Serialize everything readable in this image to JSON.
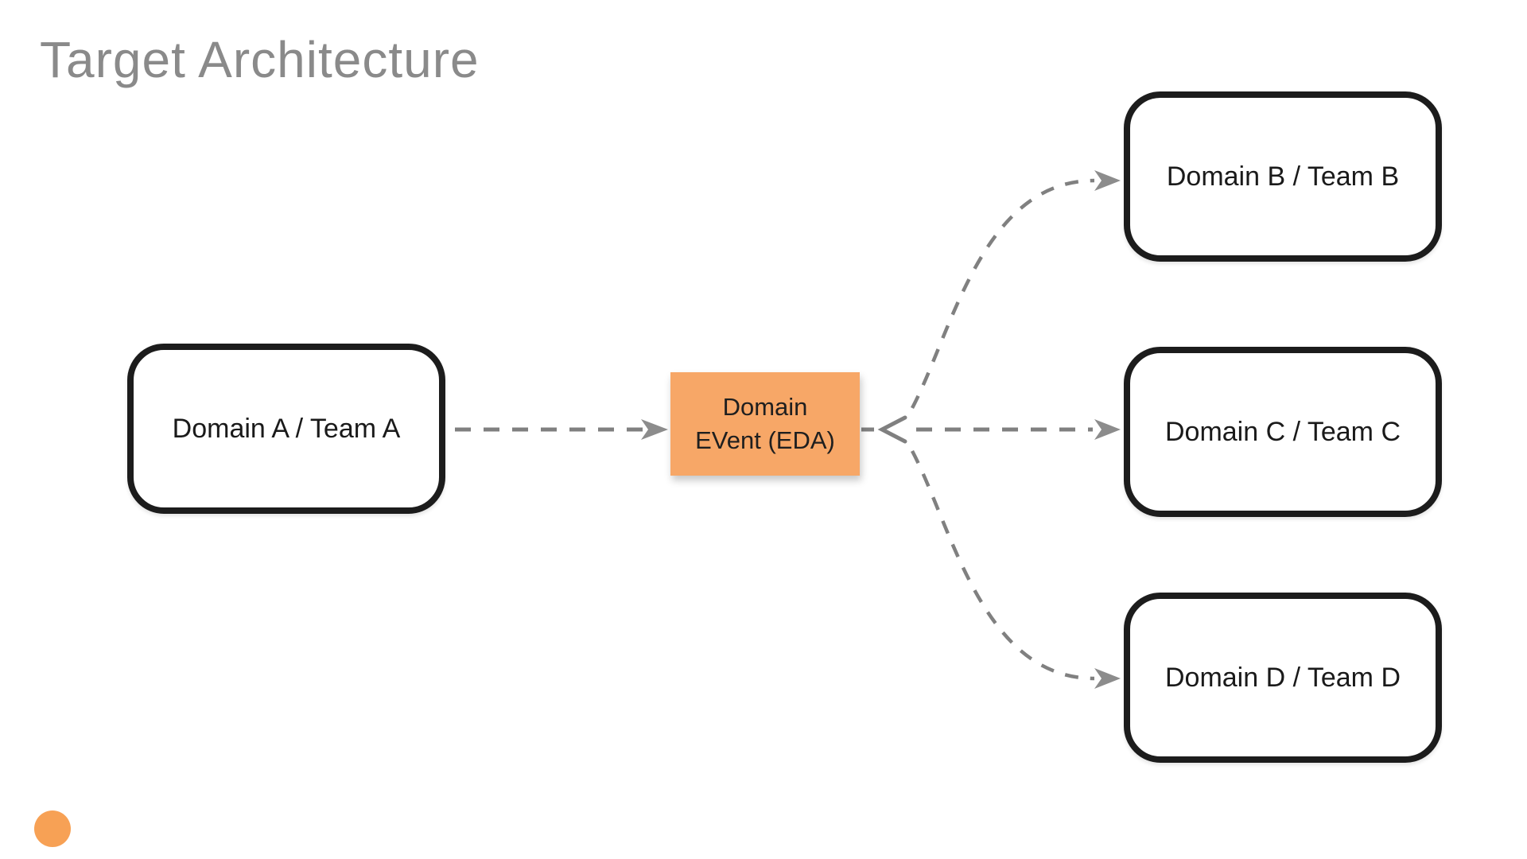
{
  "title": "Target Architecture",
  "sticky_note": {
    "line1": "Domain",
    "line2": "EVent (EDA)",
    "full_text": "Domain EVent (EDA)"
  },
  "nodes": [
    {
      "id": "domain-a",
      "label": "Domain A / Team A"
    },
    {
      "id": "domain-b",
      "label": "Domain B / Team B"
    },
    {
      "id": "domain-c",
      "label": "Domain C / Team C"
    },
    {
      "id": "domain-d",
      "label": "Domain D / Team D"
    }
  ],
  "edges": [
    {
      "from": "Domain A / Team A",
      "to": "Domain EVent (EDA)",
      "style": "dashed",
      "arrowhead": "filled-right-at-target"
    },
    {
      "from": "Domain EVent (EDA)",
      "to": "Domain B / Team B",
      "style": "dashed-curved",
      "arrowhead": "filled-right-at-target"
    },
    {
      "from": "Domain EVent (EDA)",
      "to": "Domain C / Team C",
      "style": "dashed",
      "arrowhead": "filled-right-at-target"
    },
    {
      "from": "Domain EVent (EDA)",
      "to": "Domain D / Team D",
      "style": "dashed-curved",
      "arrowhead": "filled-right-at-target"
    },
    {
      "from": "fanout-junction",
      "to": "Domain EVent (EDA)",
      "style": "open-chevron-pointing-left"
    }
  ],
  "colors": {
    "background": "#ffffff",
    "title_text": "#8a8a8a",
    "node_border": "#1c1c1c",
    "node_fill": "#ffffff",
    "node_text": "#1a1a1a",
    "sticky_fill": "#f7a767",
    "sticky_text": "#1f1f1f",
    "edge_stroke": "#808080",
    "arrowhead_fill": "#8c8c8c",
    "decoration_dot": "#f7a155"
  }
}
